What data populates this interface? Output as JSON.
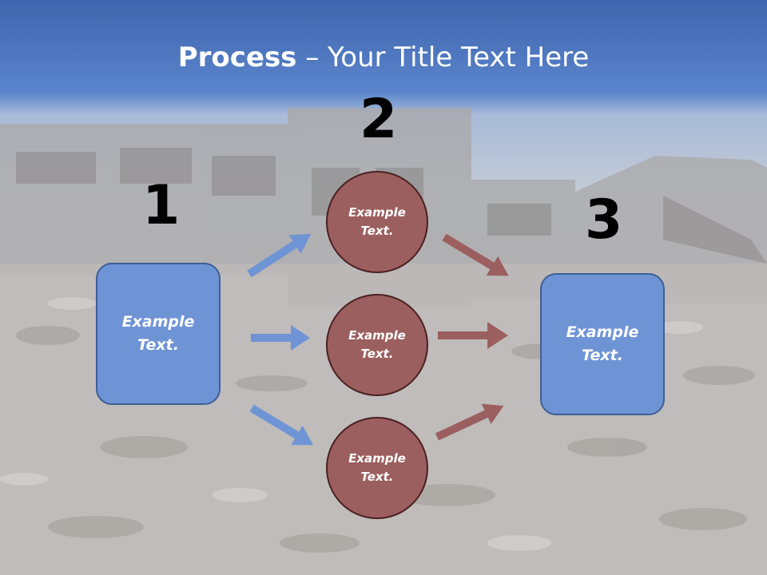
{
  "title": {
    "bold": "Process",
    "rest": " – Your Title Text Here"
  },
  "steps": {
    "num1": "1",
    "num2": "2",
    "num3": "3",
    "box1": "Example Text.",
    "box3": "Example Text.",
    "circle1": "Example Text.",
    "circle2": "Example Text.",
    "circle3": "Example Text."
  },
  "colors": {
    "title_band": "#5a84cc",
    "box": "#6f94d6",
    "circle": "#9c5f5f",
    "arrow_blue": "#6f94d6",
    "arrow_red": "#9c5f5f"
  }
}
